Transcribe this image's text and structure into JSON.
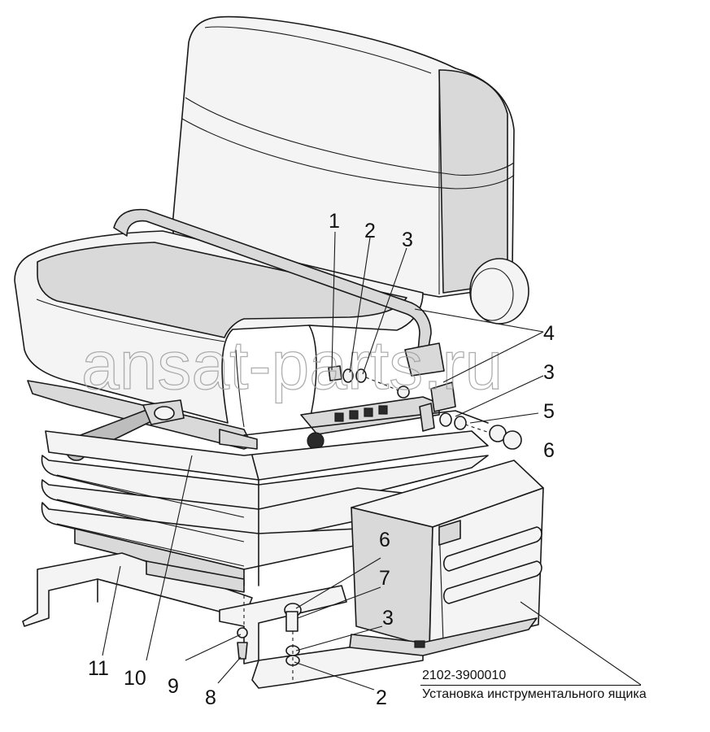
{
  "watermark": "ansat-parts.ru",
  "caption": {
    "code": "2102-3900010",
    "title": "Установка инструментального ящика"
  },
  "callouts": [
    {
      "id": "c1",
      "label": "1"
    },
    {
      "id": "c2a",
      "label": "2"
    },
    {
      "id": "c3a",
      "label": "3"
    },
    {
      "id": "c4",
      "label": "4"
    },
    {
      "id": "c3b",
      "label": "3"
    },
    {
      "id": "c5",
      "label": "5"
    },
    {
      "id": "c6a",
      "label": "6"
    },
    {
      "id": "c6b",
      "label": "6"
    },
    {
      "id": "c7",
      "label": "7"
    },
    {
      "id": "c3c",
      "label": "3"
    },
    {
      "id": "c2b",
      "label": "2"
    },
    {
      "id": "c8",
      "label": "8"
    },
    {
      "id": "c9",
      "label": "9"
    },
    {
      "id": "c10",
      "label": "10"
    },
    {
      "id": "c11",
      "label": "11"
    }
  ]
}
